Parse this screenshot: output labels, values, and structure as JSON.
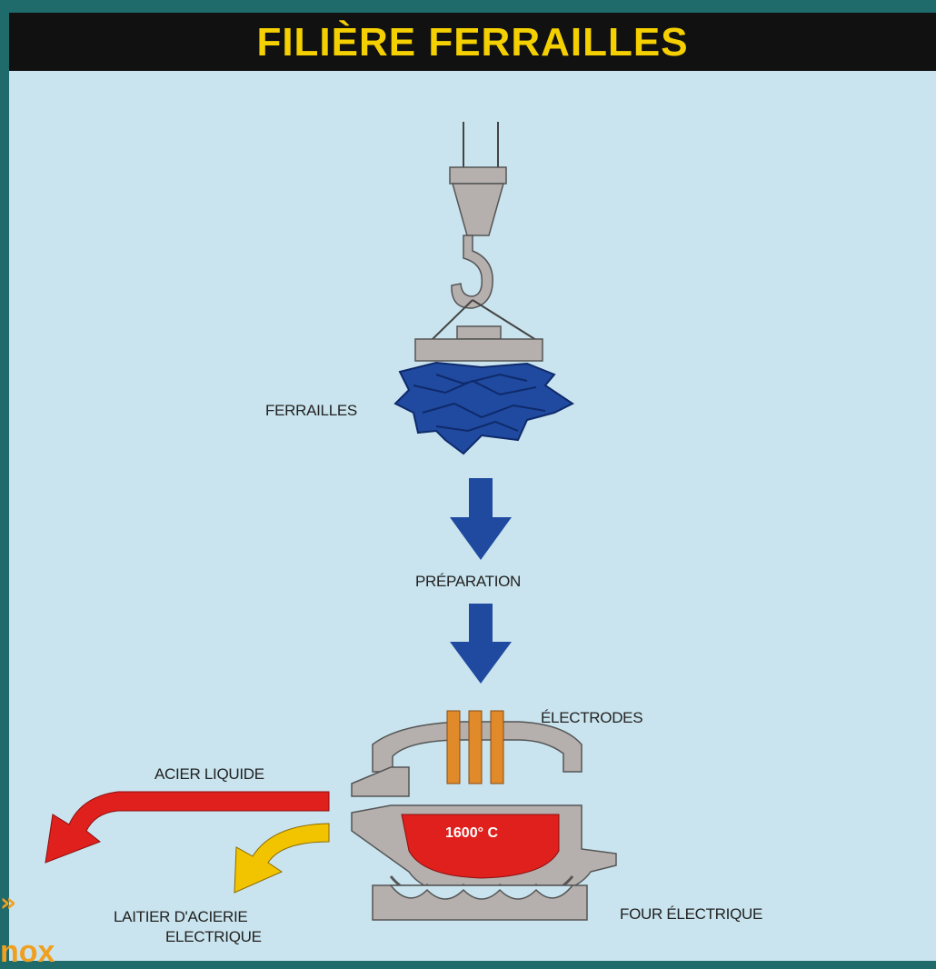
{
  "title": "FILIÈRE FERRAILLES",
  "labels": {
    "ferrailles": "FERRAILLES",
    "preparation": "PRÉPARATION",
    "electrodes": "ÉLECTRODES",
    "acier_liquide": "ACIER LIQUIDE",
    "laitier_line1": "LAITIER D'ACIERIE",
    "laitier_line2": "ELECTRIQUE",
    "four_electrique": "FOUR ÉLECTRIQUE",
    "temperature": "1600° C"
  },
  "overlay": {
    "chevron": "»",
    "text": "nox"
  },
  "colors": {
    "background": "#c9e4ee",
    "title_bar": "#111111",
    "title_text": "#f5d000",
    "crane_grey": "#b5b0ae",
    "scrap_blue": "#1f4aa0",
    "arrow_blue": "#1f4aa0",
    "electrode_orange": "#e08a2a",
    "molten_red": "#e0201c",
    "slag_yellow": "#f2c400",
    "outer_border": "#1f6a6a"
  }
}
